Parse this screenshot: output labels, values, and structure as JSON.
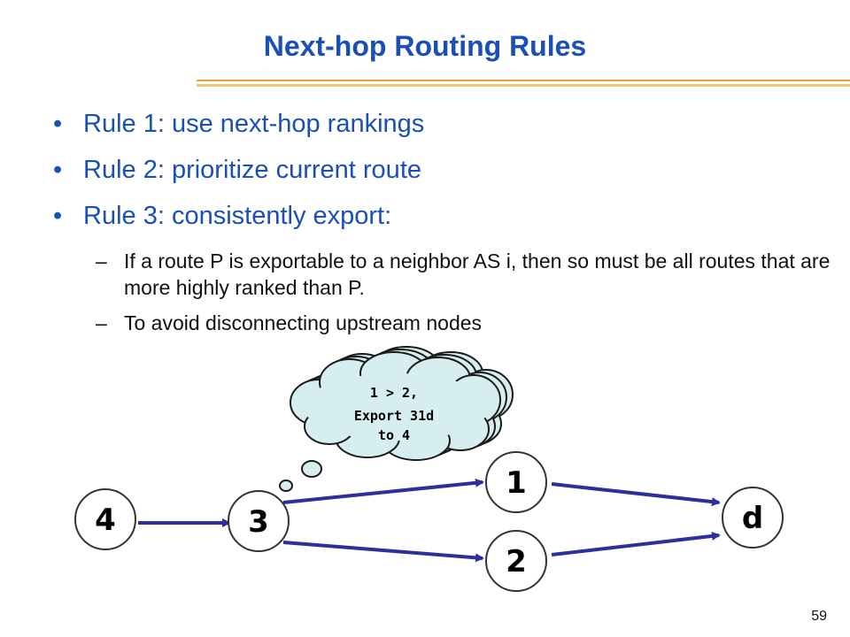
{
  "title": "Next-hop Routing Rules",
  "bullets": [
    "Rule 1: use next-hop rankings",
    "Rule 2: prioritize current route",
    "Rule 3: consistently export:"
  ],
  "subbullets": [
    "If a route P is exportable to a neighbor AS i, then so must be all routes that are more highly ranked than P.",
    "To avoid disconnecting upstream nodes"
  ],
  "bullet_char": "•",
  "dash_char": "–",
  "diagram": {
    "nodes": [
      "4",
      "3",
      "1",
      "2",
      "d"
    ],
    "thought": [
      "1 > 2,",
      "Export 31d",
      "to 4"
    ]
  },
  "page_number": "59",
  "colors": {
    "title": "#1a4fb4",
    "accent_line": "#e8a33c",
    "edge": "#2e2e9c",
    "cloud_fill": "#d6eef0"
  }
}
